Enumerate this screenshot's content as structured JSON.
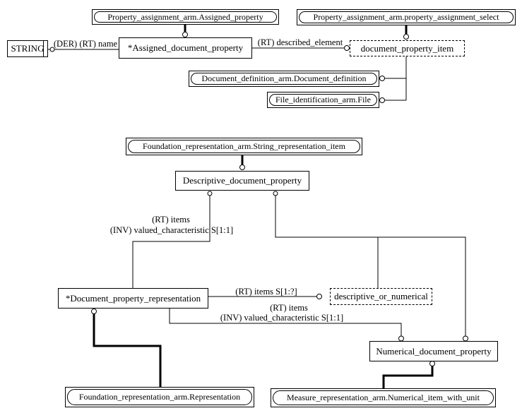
{
  "diagram": {
    "colors": {
      "line": "#000000",
      "background": "#ffffff"
    },
    "nodes": {
      "string_type": "STRING",
      "assigned_property_ref": "Property_assignment_arm.Assigned_property",
      "property_assignment_select_ref": "Property_assignment_arm.property_assignment_select",
      "assigned_document_property": "*Assigned_document_property",
      "document_property_item": "document_property_item",
      "document_definition_ref": "Document_definition_arm.Document_definition",
      "file_ref": "File_identification_arm.File",
      "string_representation_item_ref": "Foundation_representation_arm.String_representation_item",
      "descriptive_document_property": "Descriptive_document_property",
      "document_property_representation": "*Document_property_representation",
      "descriptive_or_numerical": "descriptive_or_numerical",
      "numerical_document_property": "Numerical_document_property",
      "representation_ref": "Foundation_representation_arm.Representation",
      "numerical_item_with_unit_ref": "Measure_representation_arm.Numerical_item_with_unit"
    },
    "labels": {
      "der_rt_name": "(DER) (RT) name",
      "rt_described_element": "(RT) described_element",
      "rt_items_a": "(RT) items",
      "inv_valued_characteristic_a": "(INV) valued_characteristic S[1:1]",
      "rt_items_s": "(RT) items S[1:?]",
      "rt_items_b": "(RT) items",
      "inv_valued_characteristic_b": "(INV) valued_characteristic S[1:1]"
    }
  }
}
